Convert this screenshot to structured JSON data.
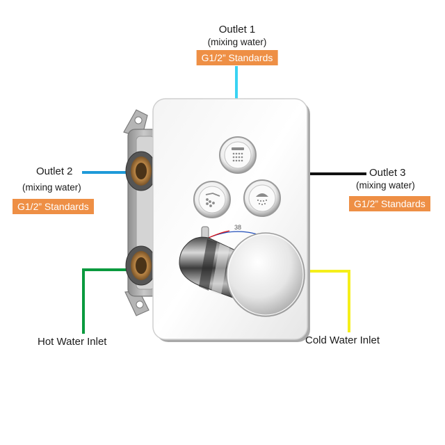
{
  "colors": {
    "outlet1_line": "#39d3f2",
    "outlet2_line": "#1e9ad8",
    "outlet3_line": "#111111",
    "hot_line": "#0a9a3e",
    "cold_line": "#f5ef1a",
    "badge_bg": "#ee8f45"
  },
  "outlet1": {
    "title": "Outlet 1",
    "note": "(mixing water)",
    "standard": "G1/2” Standards"
  },
  "outlet2": {
    "title": "Outlet 2",
    "note": "(mixing water)",
    "standard": "G1/2” Standards"
  },
  "outlet3": {
    "title": "Outlet 3",
    "note": "(mixing water)",
    "standard": "G1/2” Standards"
  },
  "hot_inlet": {
    "title": "Hot Water Inlet"
  },
  "cold_inlet": {
    "title": "Cold Water Inlet"
  },
  "valve": {
    "temperature_mark": "38"
  },
  "icons": [
    "rainfall-shower-icon",
    "hand-shower-icon",
    "shower-head-icon"
  ]
}
